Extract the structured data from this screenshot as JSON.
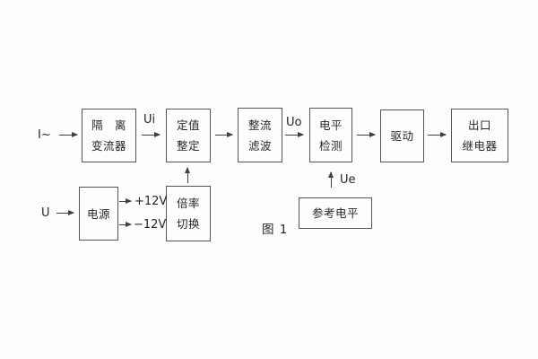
{
  "diagram": {
    "caption": "图 1",
    "colors": {
      "line": "#3f3f3f",
      "border": "#555555",
      "text": "#262626",
      "background": "#fdfdfd"
    },
    "blocks": {
      "isolation": {
        "line1": "隔　离",
        "line2": "变流器"
      },
      "setting": {
        "line1": "定值",
        "line2": "整定"
      },
      "rectifier": {
        "line1": "整流",
        "line2": "滤波"
      },
      "level": {
        "line1": "电平",
        "line2": "检测"
      },
      "drive": {
        "line1": "驱动"
      },
      "output": {
        "line1": "出口",
        "line2": "继电器"
      },
      "power": {
        "line1": "电源"
      },
      "ratio": {
        "line1": "倍率",
        "line2": "切换"
      },
      "reference": {
        "line1": "参考电平"
      }
    },
    "labels": {
      "input_current": "I~",
      "input_voltage": "U",
      "ui": "Ui",
      "uo": "Uo",
      "ue": "Ue",
      "plus12": "+12V",
      "minus12": "−12V"
    }
  }
}
